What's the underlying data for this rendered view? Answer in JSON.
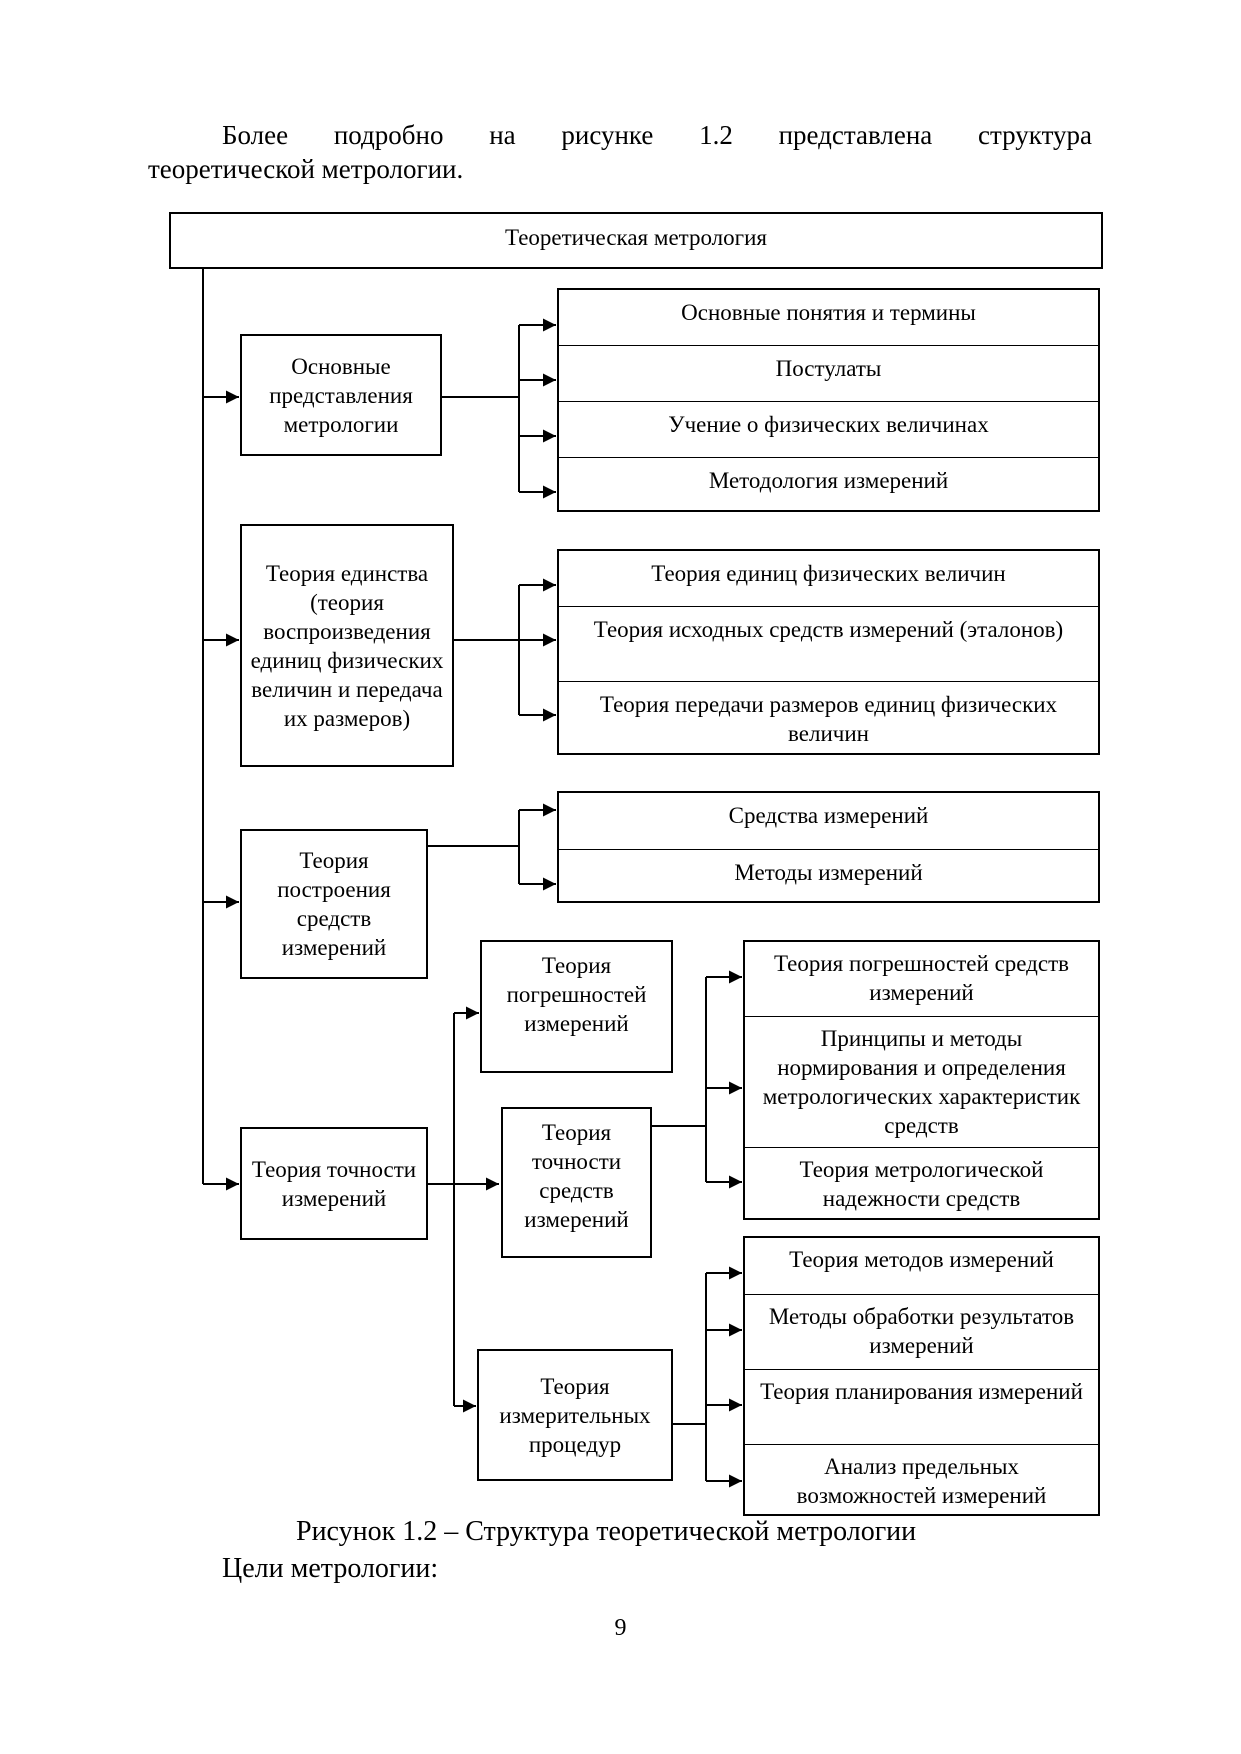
{
  "intro": {
    "line1": "Более подробно на рисунке 1.2 представлена структура",
    "line2": "теоретической метрологии."
  },
  "diagram": {
    "root": "Теоретическая метрология",
    "branches": [
      {
        "label": "Основные представления метрологии",
        "items": [
          "Основные понятия и термины",
          "Постулаты",
          "Учение о физических величинах",
          "Методология измерений"
        ]
      },
      {
        "label": "Теория единства (теория воспроизведения единиц физических величин и передача их размеров)",
        "items": [
          "Теория единиц физических величин",
          "Теория исходных средств измерений (эталонов)",
          "Теория передачи размеров единиц физических величин"
        ]
      },
      {
        "label": "Теория построения средств измерений",
        "items": [
          "Средства измерений",
          "Методы измерений"
        ]
      },
      {
        "label": "Теория точности измерений",
        "subbranches": [
          {
            "label": "Теория погрешностей измерений"
          },
          {
            "label": "Теория точности средств измерений",
            "items": [
              "Теория погрешностей средств измерений",
              "Принципы и методы нормирования и определения метрологических характеристик средств",
              "Теория метрологической надежности средств"
            ]
          },
          {
            "label": "Теория измерительных процедур",
            "items": [
              "Теория методов измерений",
              "Методы обработки результатов измерений",
              "Теория планирования измерений",
              "Анализ предельных возможностей измерений"
            ]
          }
        ]
      }
    ]
  },
  "caption": "Рисунок 1.2 – Структура теоретической метрологии",
  "goals_heading": "Цели метрологии:",
  "page_number": "9"
}
